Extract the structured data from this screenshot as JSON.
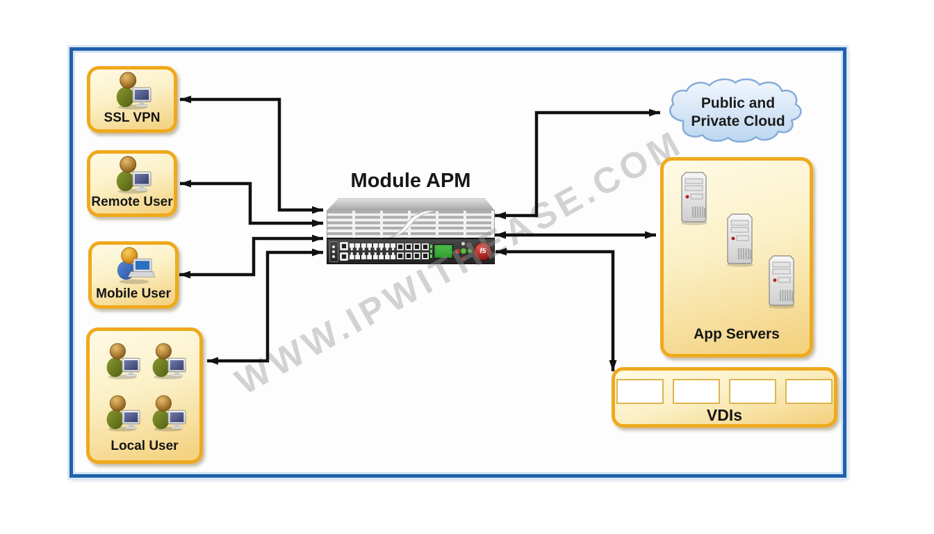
{
  "watermark": "WWW.IPWITHEASE.COM",
  "appliance": {
    "label": "Module APM",
    "logo_text": "f5"
  },
  "nodes": {
    "ssl_vpn": {
      "label": "SSL VPN",
      "icon": "user-desktop-icon"
    },
    "remote_user": {
      "label": "Remote User",
      "icon": "user-desktop-icon"
    },
    "mobile_user": {
      "label": "Mobile User",
      "icon": "user-laptop-icon"
    },
    "local_user": {
      "label": "Local User",
      "icon": "user-desktop-icon-x4"
    },
    "cloud": {
      "line1": "Public and",
      "line2": "Private Cloud"
    },
    "app_servers": {
      "label": "App Servers",
      "icon": "server-tower-icon-x3"
    },
    "vdis": {
      "label": "VDIs",
      "slot_count": 4
    }
  },
  "connections": [
    {
      "from": "ssl_vpn",
      "to": "appliance",
      "bidirectional": true
    },
    {
      "from": "remote_user",
      "to": "appliance",
      "bidirectional": true
    },
    {
      "from": "mobile_user",
      "to": "appliance",
      "bidirectional": true
    },
    {
      "from": "local_user",
      "to": "appliance",
      "bidirectional": true
    },
    {
      "from": "appliance",
      "to": "cloud",
      "bidirectional": true
    },
    {
      "from": "appliance",
      "to": "app_servers",
      "bidirectional": true
    },
    {
      "from": "appliance",
      "to": "vdis",
      "bidirectional": true
    }
  ],
  "colors": {
    "frame_blue": "#2161ad",
    "box_border_gold": "#efa91c",
    "box_fill_top": "#fefae6",
    "box_fill_bottom": "#f3d07c",
    "cloud_border": "#85abd8",
    "cloud_fill_top": "#f0f6fd",
    "cloud_fill_bottom": "#bcd6f0",
    "connector_black": "#111111",
    "lcd_green": "#3fae3f",
    "f5_ball_red": "#b02a24"
  }
}
